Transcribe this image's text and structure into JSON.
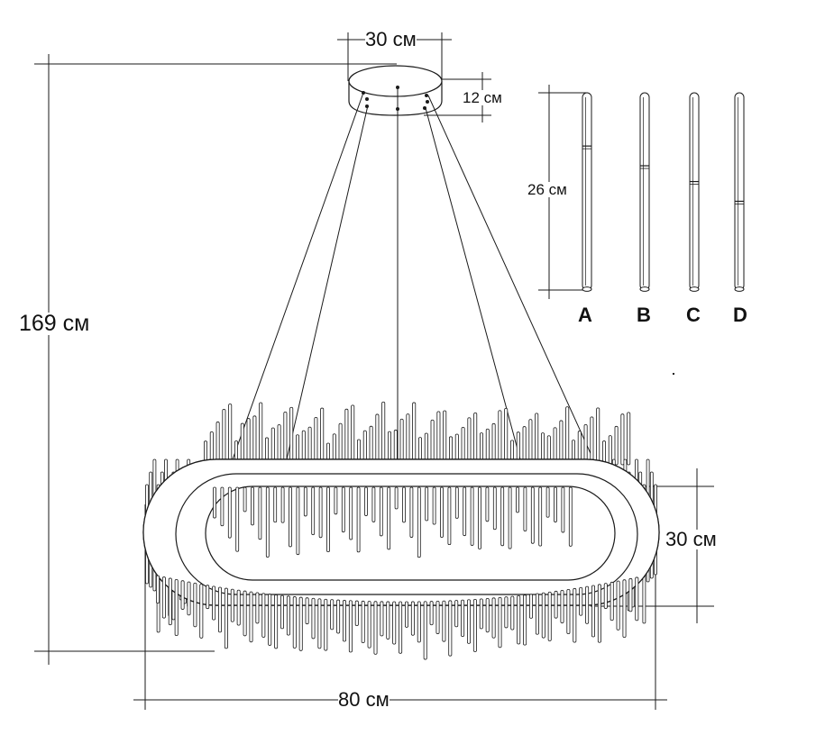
{
  "dimensions": {
    "canopy_width": "30 см",
    "canopy_height": "12 см",
    "rod_length": "26 см",
    "total_height": "169 см",
    "ring_depth": "30 см",
    "total_width": "80 см"
  },
  "rod_variants": [
    {
      "label": "A",
      "joint_fraction": 0.27
    },
    {
      "label": "B",
      "joint_fraction": 0.37
    },
    {
      "label": "C",
      "joint_fraction": 0.45
    },
    {
      "label": "D",
      "joint_fraction": 0.55
    }
  ],
  "colors": {
    "line": "#1a1a1a",
    "background": "#ffffff"
  }
}
